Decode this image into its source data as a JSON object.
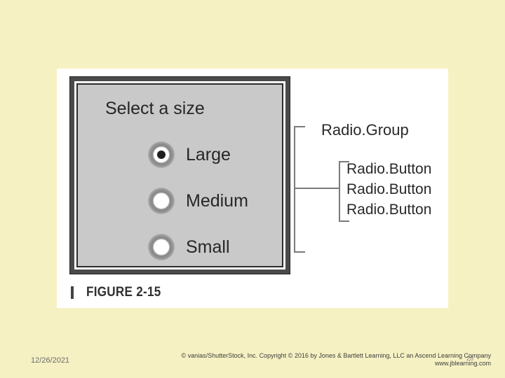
{
  "figure": {
    "prompt": "Select a size",
    "options": [
      {
        "label": "Large",
        "checked": true
      },
      {
        "label": "Medium",
        "checked": false
      },
      {
        "label": "Small",
        "checked": false
      }
    ],
    "caption": "FIGURE 2-15",
    "annotations": {
      "group": "Radio.Group",
      "buttons": [
        "Radio.Button",
        "Radio.Button",
        "Radio.Button"
      ]
    }
  },
  "footer": {
    "date": "12/26/2021",
    "page": "28",
    "copyright_line1": "© vanias/ShutterStock, Inc. Copyright © 2016 by Jones & Bartlett Learning, LLC an Ascend Learning Company",
    "copyright_line2": "www.jblearning.com"
  },
  "colors": {
    "slide_background": "#f6f1c3",
    "screen_gray": "#c9c9c9",
    "frame": "#4a4a4a"
  }
}
